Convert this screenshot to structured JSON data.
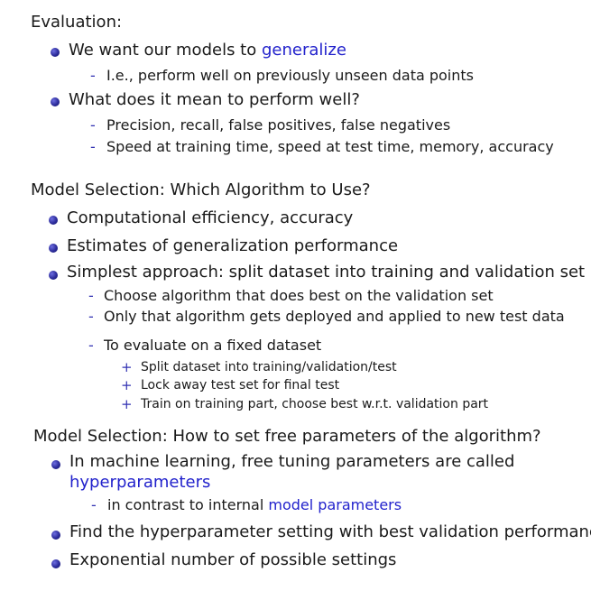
{
  "sections": [
    {
      "heading": "Evaluation:",
      "b1_prefix": "We want our models to ",
      "b1_link": "generalize",
      "b1_s1": "I.e., perform well on previously unseen data points",
      "b2": "What does it mean to perform well?",
      "b2_s1": "Precision, recall, false positives, false negatives",
      "b2_s2": "Speed at training time, speed at test time, memory, accuracy"
    },
    {
      "heading": "Model Selection: Which Algorithm to Use?",
      "b1": "Computational efficiency, accuracy",
      "b2": "Estimates of generalization performance",
      "b3": "Simplest approach: split dataset into training and validation set",
      "b3_s1": "Choose algorithm that does best on the validation set",
      "b3_s2": "Only that algorithm gets deployed and applied to new test data",
      "b3_s3": "To evaluate on a fixed dataset",
      "b3_s3_p1": "Split dataset into training/validation/test",
      "b3_s3_p2": "Lock away test set for final test",
      "b3_s3_p3": "Train on training part, choose best w.r.t. validation part"
    },
    {
      "heading": "Model Selection: How to set free parameters of the algorithm?",
      "b1_line1": "In machine learning, free tuning parameters are called",
      "b1_link": "hyperparameters",
      "b1_s1_prefix": "in contrast to internal ",
      "b1_s1_link": "model parameters",
      "b2": "Find the hyperparameter setting with best validation performance",
      "b3": "Exponential number of possible settings"
    }
  ]
}
